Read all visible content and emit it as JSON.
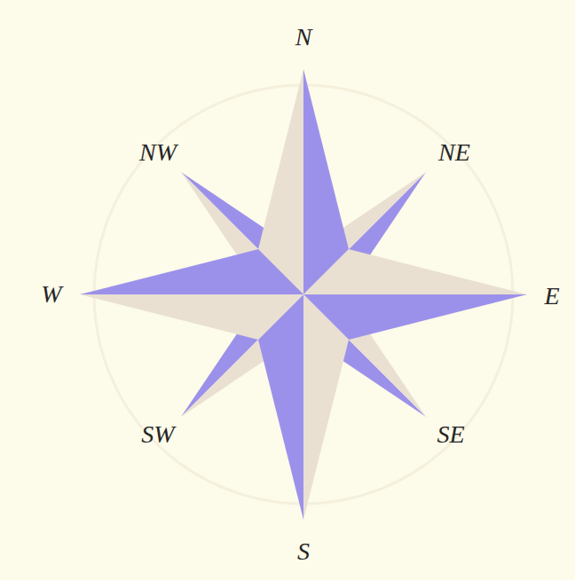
{
  "diagram": {
    "labels": [
      "N",
      "NE",
      "E",
      "SE",
      "S",
      "SW",
      "W",
      "NW"
    ]
  }
}
